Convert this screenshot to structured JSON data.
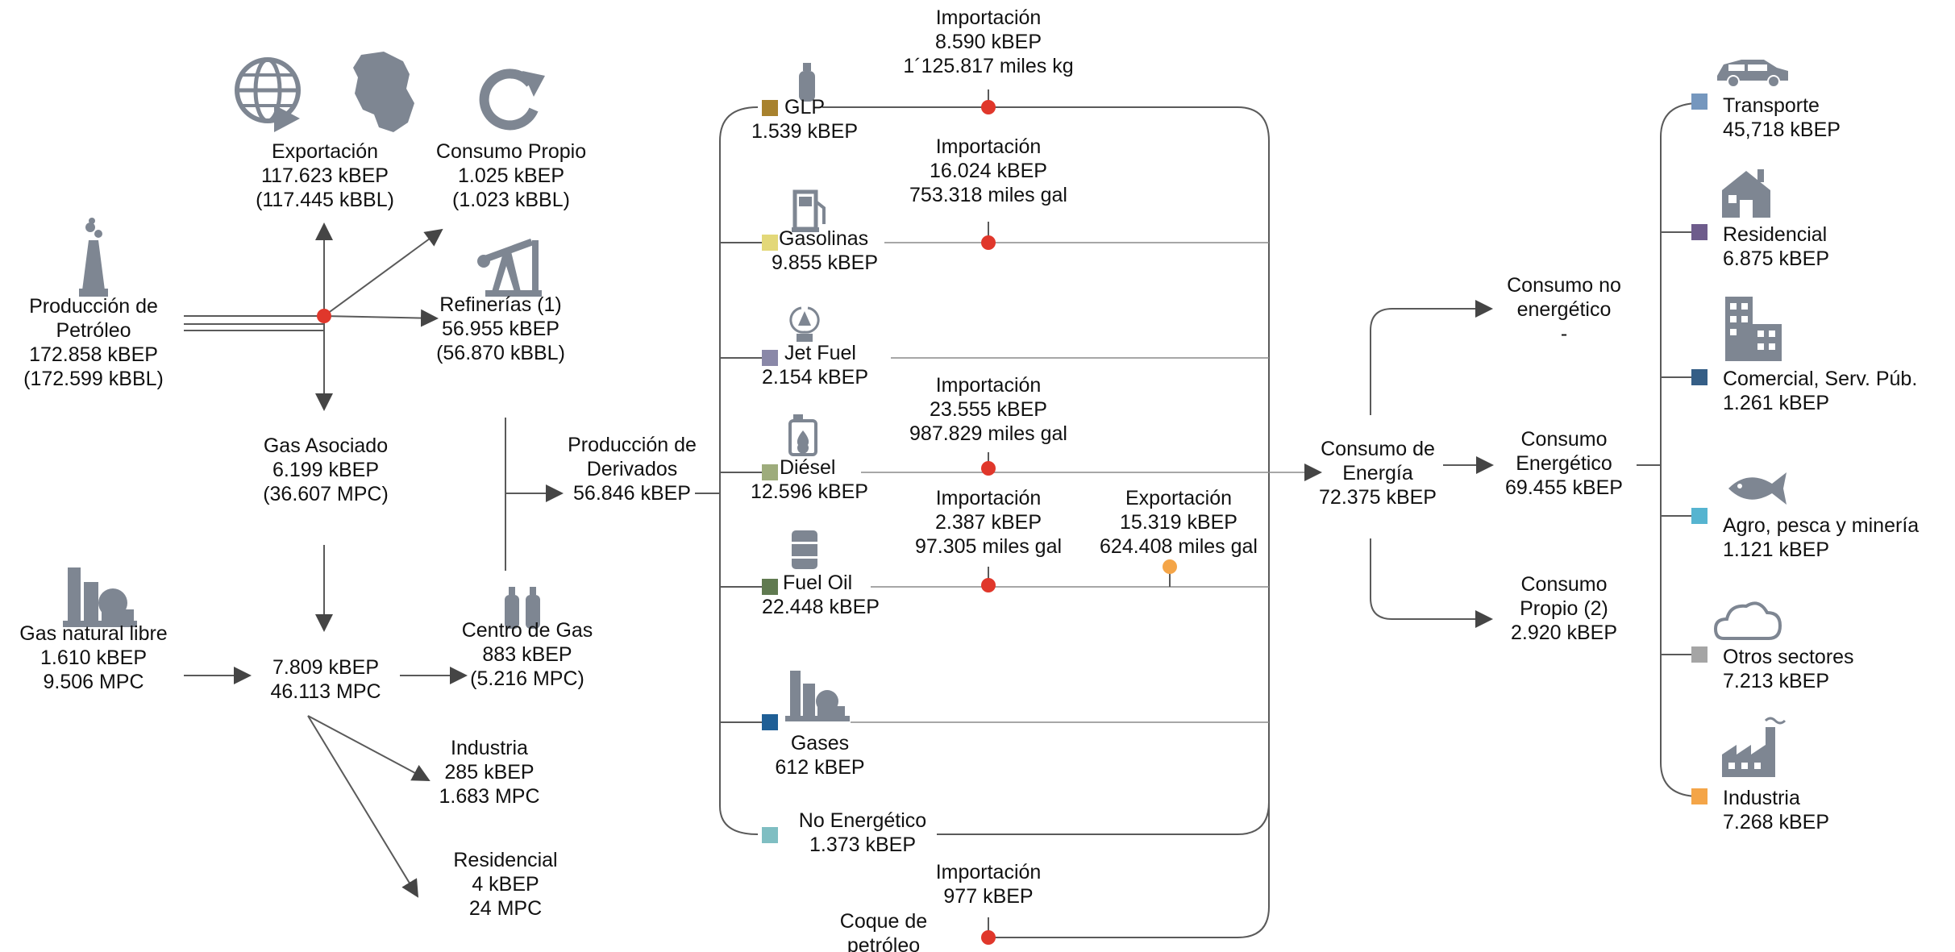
{
  "colors": {
    "line": "#555555",
    "arrow": "#454545",
    "icon": "#7e8692",
    "import_dot": "#e0372b",
    "export_dot": "#f4a548",
    "glp": "#a8822e",
    "gasolinas": "#e3d879",
    "jet_fuel": "#8a88a8",
    "diesel": "#9eac7c",
    "fuel_oil": "#607a50",
    "gases": "#1f5f96",
    "no_energetico": "#7fbec2",
    "transporte": "#7597be",
    "residencial": "#6e5c8c",
    "comercial": "#355e86",
    "agro": "#56b4d0",
    "otros": "#a5a5a5",
    "industria": "#f4a548"
  },
  "upstream": {
    "produccion_petroleo": [
      "Producción de",
      "Petróleo",
      "172.858 kBEP",
      "(172.599 kBBL)"
    ],
    "exportacion": [
      "Exportación",
      "117.623 kBEP",
      "(117.445 kBBL)"
    ],
    "consumo_propio": [
      "Consumo Propio",
      "1.025 kBEP",
      "(1.023 kBBL)"
    ],
    "refinerias": [
      "Refinerías (1)",
      "56.955 kBEP",
      "(56.870 kBBL)"
    ],
    "gas_asociado": [
      "Gas Asociado",
      "6.199 kBEP",
      "(36.607 MPC)"
    ],
    "gas_natural_libre": [
      "Gas natural libre",
      "1.610 kBEP",
      "9.506 MPC"
    ],
    "gas_total": [
      "7.809 kBEP",
      "46.113 MPC"
    ],
    "centro_de_gas": [
      "Centro de Gas",
      "883 kBEP",
      "(5.216 MPC)"
    ],
    "industria_gas": [
      "Industria",
      "285 kBEP",
      "1.683 MPC"
    ],
    "residencial_gas": [
      "Residencial",
      "4 kBEP",
      "24 MPC"
    ],
    "produccion_derivados": [
      "Producción de",
      "Derivados",
      "56.846 kBEP"
    ]
  },
  "derivatives": {
    "glp": [
      "GLP",
      "1.539 kBEP"
    ],
    "gasolinas": [
      "Gasolinas",
      "9.855 kBEP"
    ],
    "jet_fuel": [
      "Jet Fuel",
      "2.154 kBEP"
    ],
    "diesel": [
      "Diésel",
      "12.596 kBEP"
    ],
    "fuel_oil": [
      "Fuel Oil",
      "22.448 kBEP"
    ],
    "gases": [
      "Gases",
      "612 kBEP"
    ],
    "no_energetico": [
      "No Energético",
      "1.373 kBEP"
    ],
    "coque": [
      "Coque de",
      "petróleo"
    ]
  },
  "trade": {
    "imp_glp": [
      "Importación",
      "8.590 kBEP",
      "1´125.817 miles kg"
    ],
    "imp_gasolinas": [
      "Importación",
      "16.024 kBEP",
      "753.318 miles gal"
    ],
    "imp_diesel": [
      "Importación",
      "23.555 kBEP",
      "987.829 miles gal"
    ],
    "imp_fuel_oil": [
      "Importación",
      "2.387 kBEP",
      "97.305 miles gal"
    ],
    "exp_fuel_oil": [
      "Exportación",
      "15.319 kBEP",
      "624.408 miles gal"
    ],
    "imp_coque": [
      "Importación",
      "977 kBEP"
    ]
  },
  "consumption": {
    "consumo_energia": [
      "Consumo de",
      "Energía",
      "72.375 kBEP"
    ],
    "no_energetico": [
      "Consumo no",
      "energético",
      "-"
    ],
    "energetico": [
      "Consumo",
      "Energético",
      "69.455 kBEP"
    ],
    "propio": [
      "Consumo",
      "Propio (2)",
      "2.920 kBEP"
    ]
  },
  "sectors": {
    "transporte": [
      "Transporte",
      "45,718 kBEP"
    ],
    "residencial": [
      "Residencial",
      "6.875 kBEP"
    ],
    "comercial": [
      "Comercial, Serv. Púb.",
      "1.261 kBEP"
    ],
    "agro": [
      "Agro, pesca y minería",
      "1.121 kBEP"
    ],
    "otros": [
      "Otros sectores",
      "7.213 kBEP"
    ],
    "industria": [
      "Industria",
      "7.268 kBEP"
    ]
  }
}
